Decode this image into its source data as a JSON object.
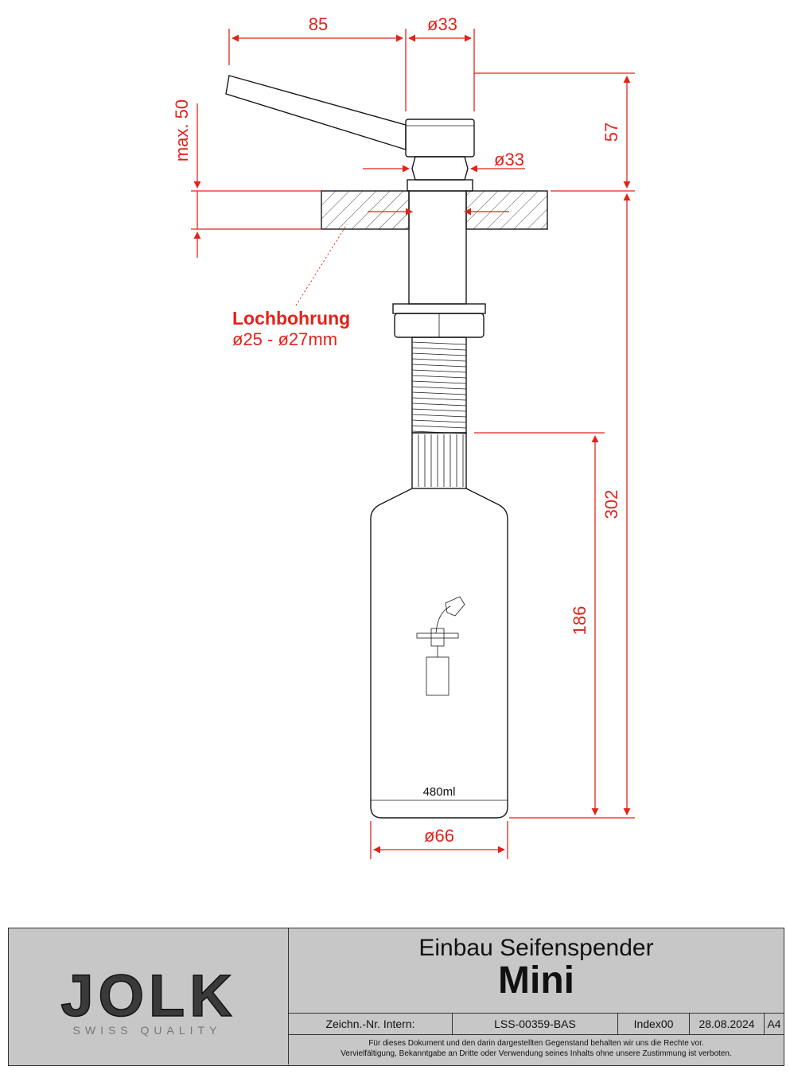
{
  "dimensions": {
    "lever_reach": "85",
    "head_diameter": "ø33",
    "collar_diameter": "ø33",
    "max_thickness": "max. 50",
    "head_height": "57",
    "total_height": "302",
    "bottle_height": "186",
    "bottle_diameter": "ø66"
  },
  "hole": {
    "title": "Lochbohrung",
    "range": "ø25 - ø27mm"
  },
  "bottle": {
    "volume": "480ml"
  },
  "colors": {
    "dimension": "#e2231a",
    "line": "#1a1a1a",
    "titleblock": "#c7c7c7"
  },
  "titleblock": {
    "logo_text": "JOLK",
    "logo_tagline": "SWISS   QUALITY",
    "title": "Einbau Seifenspender",
    "subtitle": "Mini",
    "drawing_no_label": "Zeichn.-Nr. Intern:",
    "drawing_no": "LSS-00359-BAS",
    "index": "Index00",
    "date": "28.08.2024",
    "format": "A4",
    "notice_line1": "Für dieses Dokument und den darin dargestellten Gegenstand behalten wir uns die Rechte vor.",
    "notice_line2": "Vervielfältigung, Bekanntgabe an Dritte oder Verwendung seines Inhalts ohne unsere Zustimmung ist verboten."
  }
}
